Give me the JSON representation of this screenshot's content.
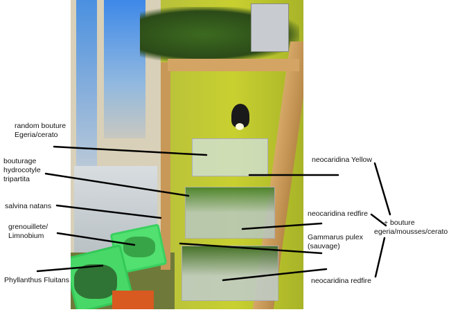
{
  "labels_left": [
    {
      "line1": "random bouture",
      "line2": "Egeria/cerato"
    },
    {
      "line1": "bouturage",
      "line2": "hydrocotyle",
      "line3": "tripartita"
    },
    {
      "line1": "salvina natans"
    },
    {
      "line1": "grenouillete/",
      "line2": "Limnobium"
    },
    {
      "line1": "Phyllanthus Fluitans"
    }
  ],
  "labels_right": [
    {
      "line1": "neocaridina Yellow"
    },
    {
      "line1": "neocaridina redfire"
    },
    {
      "line1": "Gammarus pulex",
      "line2": "(sauvage)"
    },
    {
      "line1": "neocaridina redfire"
    }
  ],
  "group_note": {
    "line1": "+ bouture",
    "line2": "egeria/mousses/cerato"
  }
}
